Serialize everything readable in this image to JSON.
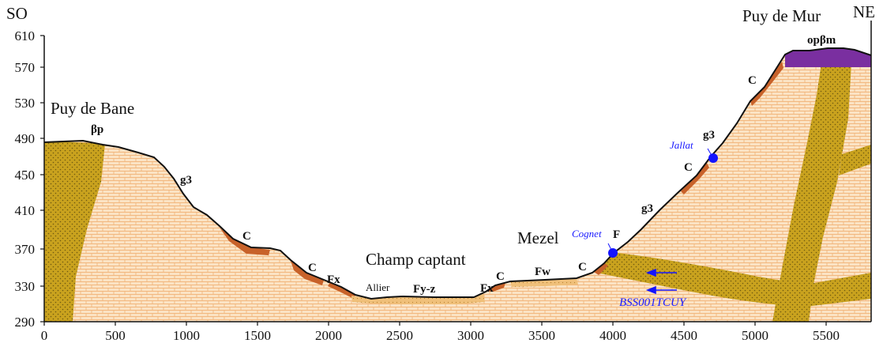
{
  "corners": {
    "left": "SO",
    "right": "NE"
  },
  "axes": {
    "y_ticks": [
      "610",
      "570",
      "530",
      "490",
      "450",
      "410",
      "370",
      "330",
      "290"
    ],
    "x_ticks": [
      "0",
      "500",
      "1000",
      "1500",
      "2000",
      "2500",
      "3000",
      "3500",
      "4000",
      "4500",
      "5000",
      "5500"
    ]
  },
  "places": {
    "puy_de_bane": "Puy de Bane",
    "puy_de_mur": "Puy de Mur",
    "champ_captant": "Champ captant",
    "mezel": "Mezel"
  },
  "units": {
    "bp": "βp",
    "g3_a": "g3",
    "c_a": "C",
    "c_b": "C",
    "fx_a": "Fx",
    "allier": "Allier",
    "fyz": "Fy-z",
    "fx_b": "Fx",
    "c_c": "C",
    "fw": "Fw",
    "c_d": "C",
    "f": "F",
    "g3_b": "g3",
    "c_e": "C",
    "g3_c": "g3",
    "c_f": "C",
    "opbm": "opβm"
  },
  "points": {
    "cognet": "Cognet",
    "jallat": "Jallat",
    "borehole": "BSS001TCUY"
  },
  "colors": {
    "limestone": "#fbe3c4",
    "brick_line": "#f2b77e",
    "basalt": "#c9a21e",
    "basalt_dot": "#6f5a10",
    "clay": "#c8622a",
    "alluvium": "#f0c07a",
    "basalt_cap": "#7a2fa0",
    "point": "#1414ff"
  }
}
